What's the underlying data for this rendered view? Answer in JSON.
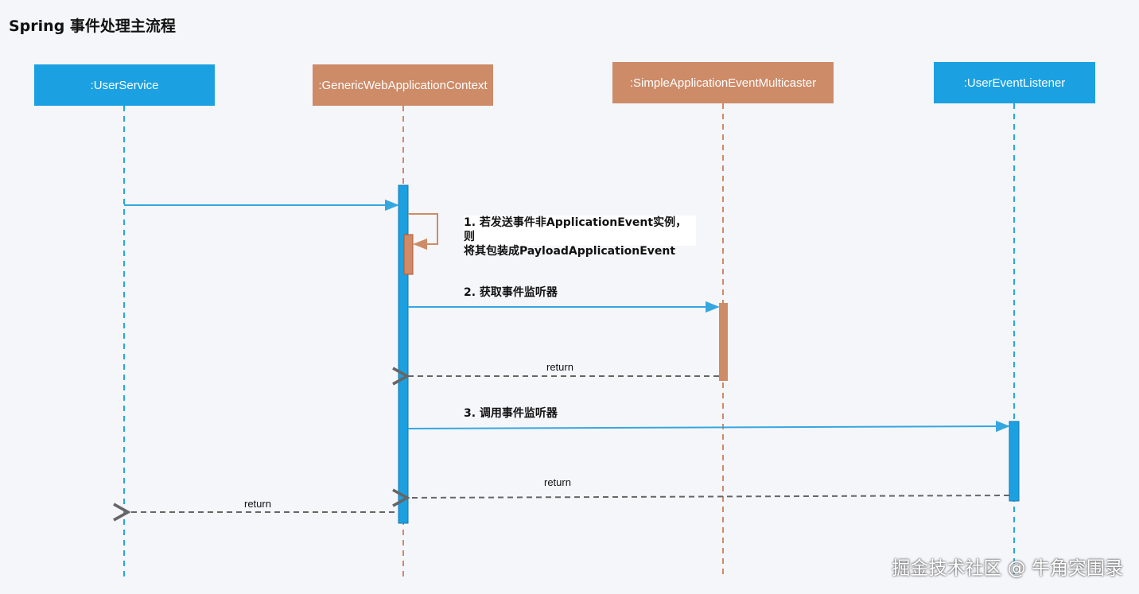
{
  "title": "Spring 事件处理主流程",
  "participants": [
    {
      "id": "user-service",
      "label": ":UserService",
      "color": "#1ba1e2"
    },
    {
      "id": "context",
      "label": ":GenericWebApplicationContext",
      "color": "#cd8b68"
    },
    {
      "id": "multicaster",
      "label": ":SimpleApplicationEventMulticaster",
      "color": "#cd8b68"
    },
    {
      "id": "listener",
      "label": ":UserEventListener",
      "color": "#1ba1e2"
    }
  ],
  "messages": {
    "step1_line1": "1. 若发送事件非ApplicationEvent实例，则",
    "step1_line2": "将其包装成PayloadApplicationEvent",
    "step2": "2. 获取事件监听器",
    "step3": "3. 调用事件监听器",
    "return_from_multicaster": "return",
    "return_from_listener": "return",
    "return_to_user": "return"
  },
  "colors": {
    "blue_lifeline": "#29a8d8",
    "orange_lifeline": "#d08a64",
    "message_arrow": "#35a7e0",
    "return_arrow": "#666666",
    "activation_blue": "#1ba1e2",
    "activation_orange": "#cd8b68"
  },
  "watermark": "掘金技术社区 @ 牛角突围录"
}
